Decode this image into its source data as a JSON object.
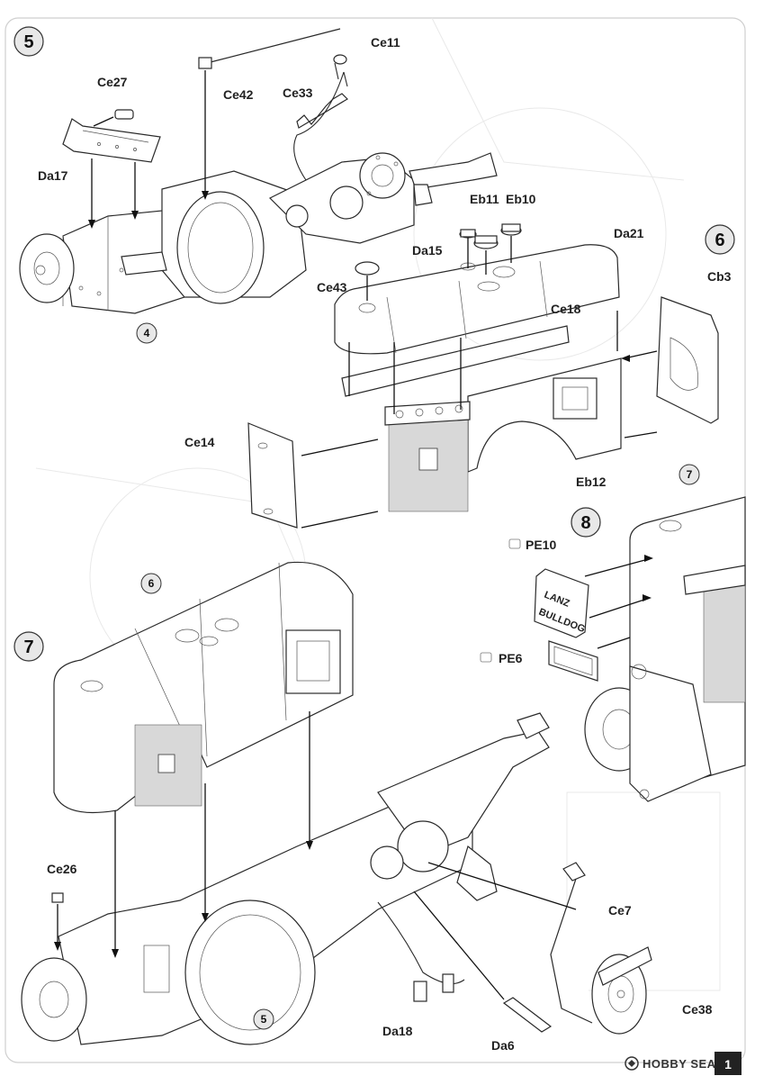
{
  "steps": [
    "5",
    "6",
    "7",
    "8"
  ],
  "step_refs": {
    "step5_ref": "4",
    "step7_ref6": "6",
    "step7_ref5": "5",
    "step8_ref": "7"
  },
  "parts": {
    "ce11": "Ce11",
    "ce27": "Ce27",
    "ce42": "Ce42",
    "ce33": "Ce33",
    "da17": "Da17",
    "eb11": "Eb11",
    "eb10": "Eb10",
    "da15": "Da15",
    "da21": "Da21",
    "ce43": "Ce43",
    "cb3": "Cb3",
    "ce18": "Ce18",
    "ce14": "Ce14",
    "eb12": "Eb12",
    "pe10": "PE10",
    "pe6": "PE6",
    "ce26": "Ce26",
    "ce7": "Ce7",
    "ce38": "Ce38",
    "da18": "Da18",
    "da6": "Da6"
  },
  "nameplate": {
    "line1": "LANZ",
    "line2": "BULLDOG"
  },
  "footer": {
    "brand": "HOBBY SEARCH",
    "page_mark": "1"
  }
}
